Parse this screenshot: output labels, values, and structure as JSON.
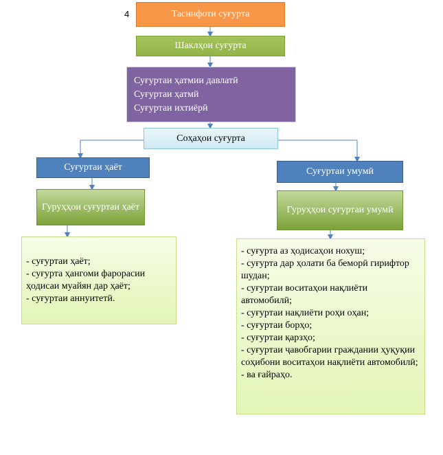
{
  "page_number": "4",
  "nodes": {
    "title": "Таснифоти суғурта",
    "forms": "Шаклҳои суғурта",
    "types": [
      "Суғуртаи ҳатмии давлатӣ",
      "Суғуртаи ҳатмӣ",
      "Суғуртаи ихтиёрӣ"
    ],
    "branches": "Соҳаҳои суғурта",
    "life": "Суғуртаи ҳаёт",
    "general": "Суғуртаи умумӣ",
    "life_groups": "Гуруҳҳои суғуртаи ҳаёт",
    "general_groups": "Гуруҳҳои суғуртаи умумӣ"
  },
  "life_list": [
    "- суғуртаи ҳаёт;",
    "- суғурта ҳангоми фарорасии ҳодисаи муайян дар ҳаёт;",
    "- суғуртаи аннуитетӣ."
  ],
  "general_list": [
    "- суғурта аз ҳодисаҳои нохуш;",
    "- суғурта дар ҳолати ба беморӣ гирифтор шудан;",
    "- суғуртаи воситаҳои нақлиёти автомобилӣ;",
    "- суғуртаи нақлиёти роҳи оҳан;",
    "- суғуртаи борҳо;",
    "- суғуртаи қарзҳо;",
    "- суғуртаи ҷавобгарии граждании ҳуқуқии соҳибони воситаҳои нақлиёти автомобилӣ;",
    "- ва ғайраҳо."
  ],
  "colors": {
    "orange": "#f79646",
    "green": "#9bbb59",
    "purple": "#8064a2",
    "blue": "#4f81bd",
    "connector": "#4f81bd"
  }
}
